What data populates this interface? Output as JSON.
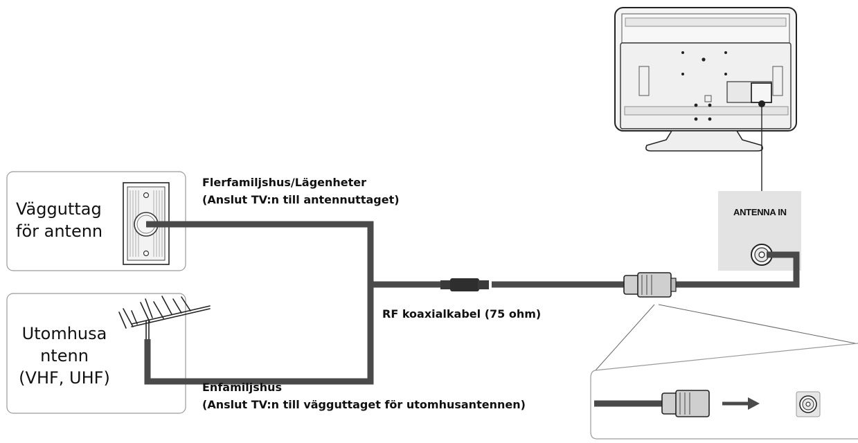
{
  "wall_outlet": {
    "label_line1": "Vägguttag",
    "label_line2": "för antenn"
  },
  "outdoor_antenna": {
    "label_line1": "Utomhusa",
    "label_line2": "ntenn",
    "label_line3": "(VHF, UHF)"
  },
  "multi_family": {
    "title": "Flerfamiljshus/Lägenheter",
    "subtitle": "(Anslut TV:n till antennuttaget)"
  },
  "single_family": {
    "title": "Enfamiljshus",
    "subtitle": "(Anslut TV:n till vägguttaget för utomhusantennen)"
  },
  "cable": {
    "label": "RF koaxialkabel (75 ohm)"
  },
  "tv_panel": {
    "antenna_in_label": "ANTENNA IN"
  },
  "colors": {
    "cable": "#4a4a4a",
    "panel": "#e3e3e3",
    "box_border": "#9a9a9a",
    "tv_body": "#f4f4f4",
    "outline": "#222222"
  },
  "icons": [
    "wall-antenna-socket-icon",
    "yagi-antenna-icon",
    "tv-rear-icon",
    "coax-plug-icon",
    "antenna-jack-icon",
    "arrow-right-icon"
  ]
}
